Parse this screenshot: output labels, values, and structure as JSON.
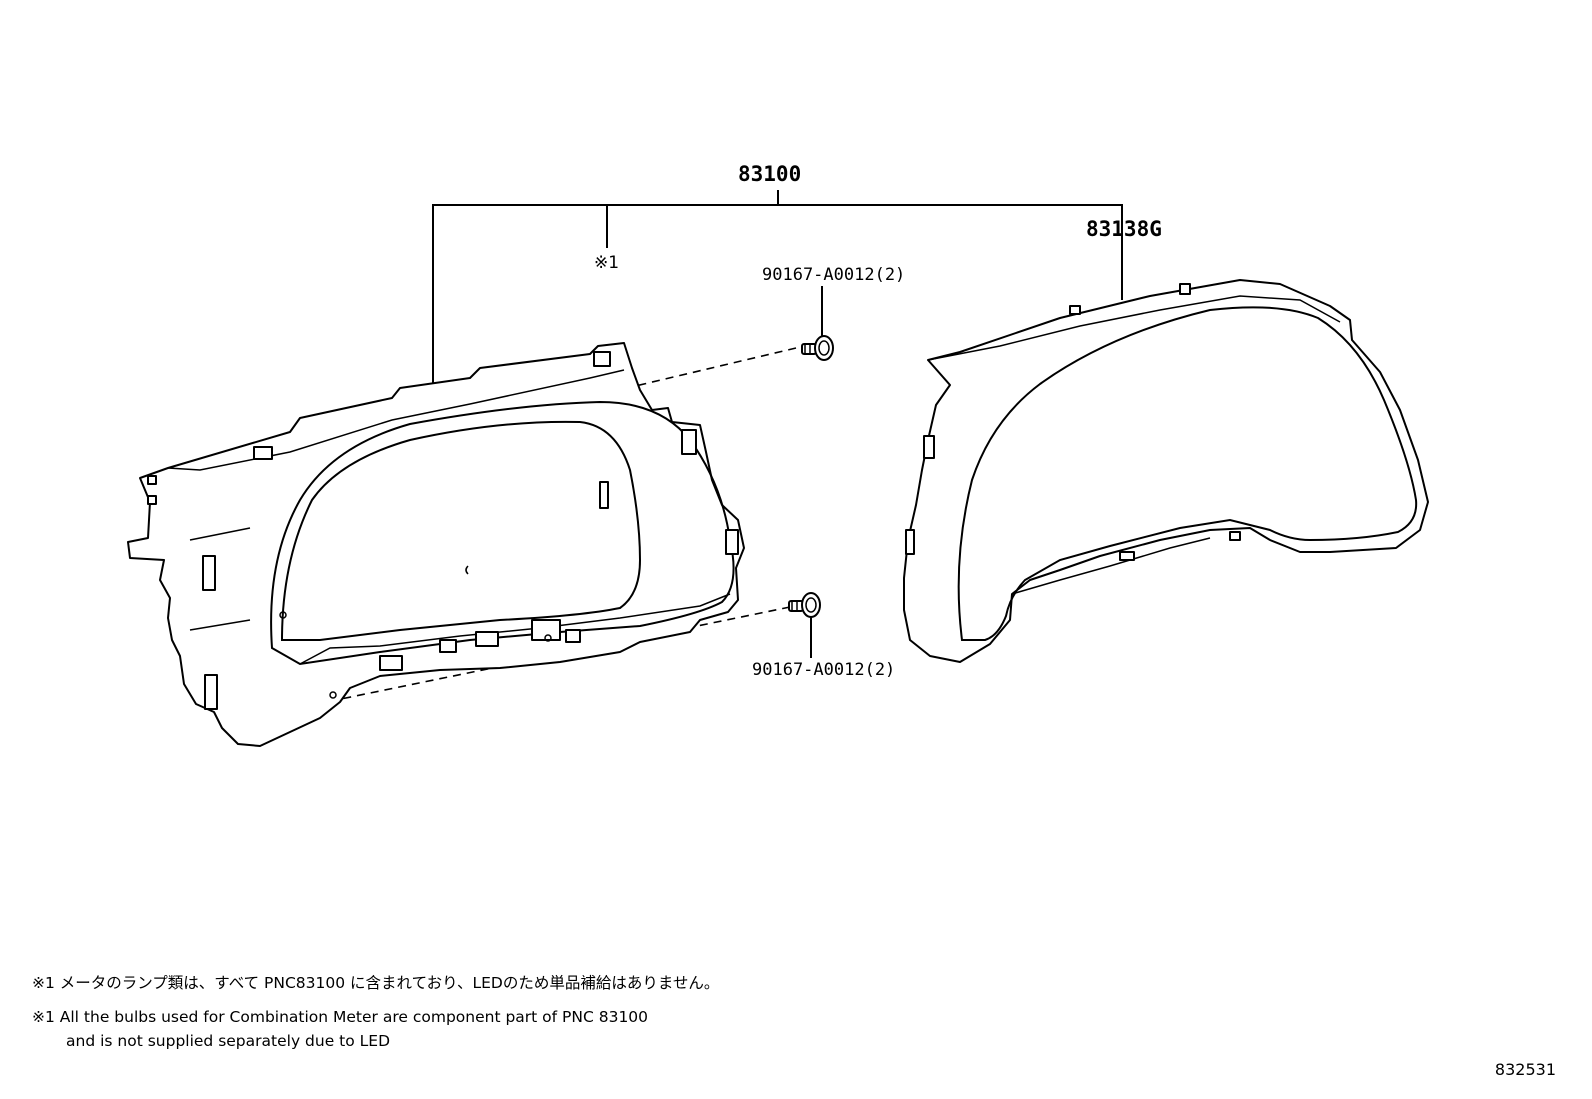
{
  "labels": {
    "assembly": "83100",
    "glass": "83138G",
    "bolt_top": "90167-A0012(2)",
    "bolt_bottom": "90167-A0012(2)",
    "note_mark": "※1"
  },
  "notes": {
    "jp": "※1 メータのランプ類は、すべて PNC83100 に含まれており、LEDのため単品補給はありません。",
    "en_line1": "※1 All the bulbs used for Combination Meter are component part of PNC 83100",
    "en_line2": "and is not supplied separately due to LED"
  },
  "figure_number": "832531"
}
